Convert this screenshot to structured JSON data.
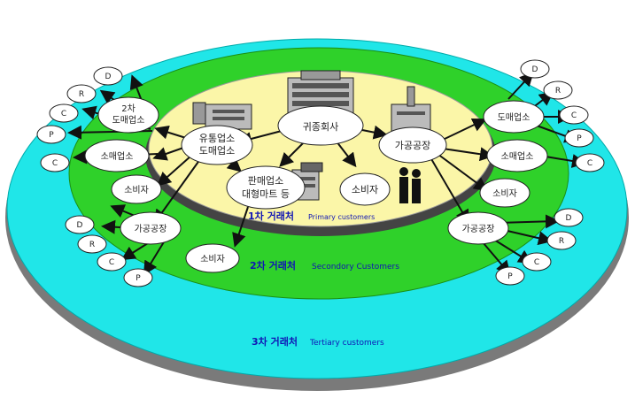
{
  "rings": {
    "primary": {
      "korean": "1차 거래처",
      "english": "Primary customers"
    },
    "secondary": {
      "korean": "2차 거래처",
      "english": "Secondory Customers"
    },
    "tertiary": {
      "korean": "3차 거래처",
      "english": "Tertiary customers"
    }
  },
  "center": {
    "company": "귀종회사",
    "distributor": [
      "유통업소",
      "도매업소"
    ],
    "processor": "가공공장",
    "retailer": [
      "판매업소",
      "대형마트 등"
    ],
    "consumer": "소비자"
  },
  "left": {
    "wholesale": [
      "2차",
      "도매업소"
    ],
    "retail": "소매업소",
    "consumer": "소비자",
    "processor": "가공공장"
  },
  "right": {
    "wholesale": "도매업소",
    "retail": "소매업소",
    "consumer": "소비자",
    "processor": "가공공장"
  },
  "bottom": {
    "consumer": "소비자"
  },
  "letters": {
    "d": "D",
    "r": "R",
    "c": "C",
    "p": "P"
  },
  "colors": {
    "tertiary": "#20e6e8",
    "secondary": "#2fd12a",
    "primary": "#fbf6a8",
    "label": "#1015b5"
  }
}
